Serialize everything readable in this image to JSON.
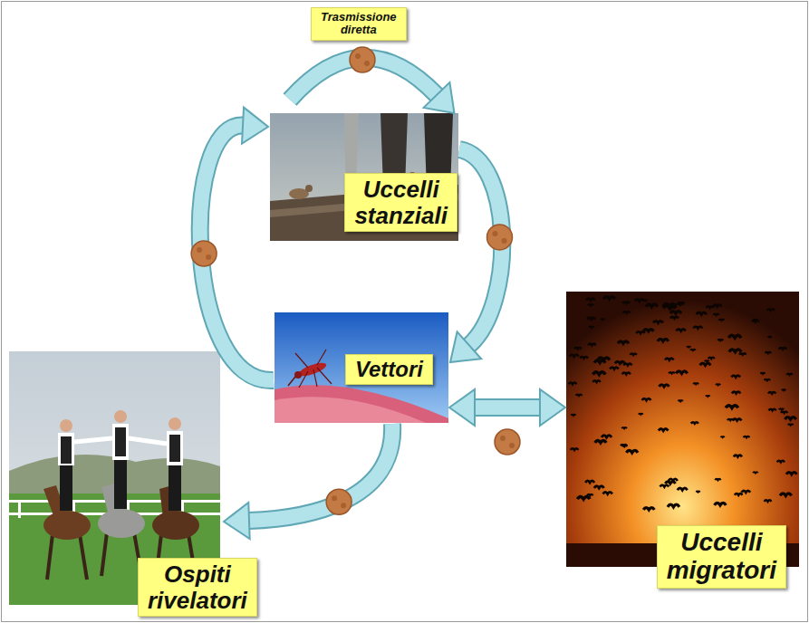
{
  "diagram": {
    "nodes": [
      {
        "text": [
          "Trasmissione diretta"
        ]
      },
      {
        "text": [
          "Uccelli stanziali"
        ]
      },
      {
        "text": [
          "Vettori"
        ]
      },
      {
        "text": [
          "Uccelli migratori"
        ]
      },
      {
        "text": [
          "Ospiti rivelatori"
        ]
      }
    ],
    "edges": [
      {
        "from": 1,
        "to": 2,
        "arrow": "to"
      },
      {
        "from": 2,
        "to": 1,
        "arrow": "to"
      },
      {
        "from": 2,
        "to": 3,
        "arrow": "both"
      },
      {
        "from": 2,
        "to": 4,
        "arrow": "to"
      }
    ]
  }
}
